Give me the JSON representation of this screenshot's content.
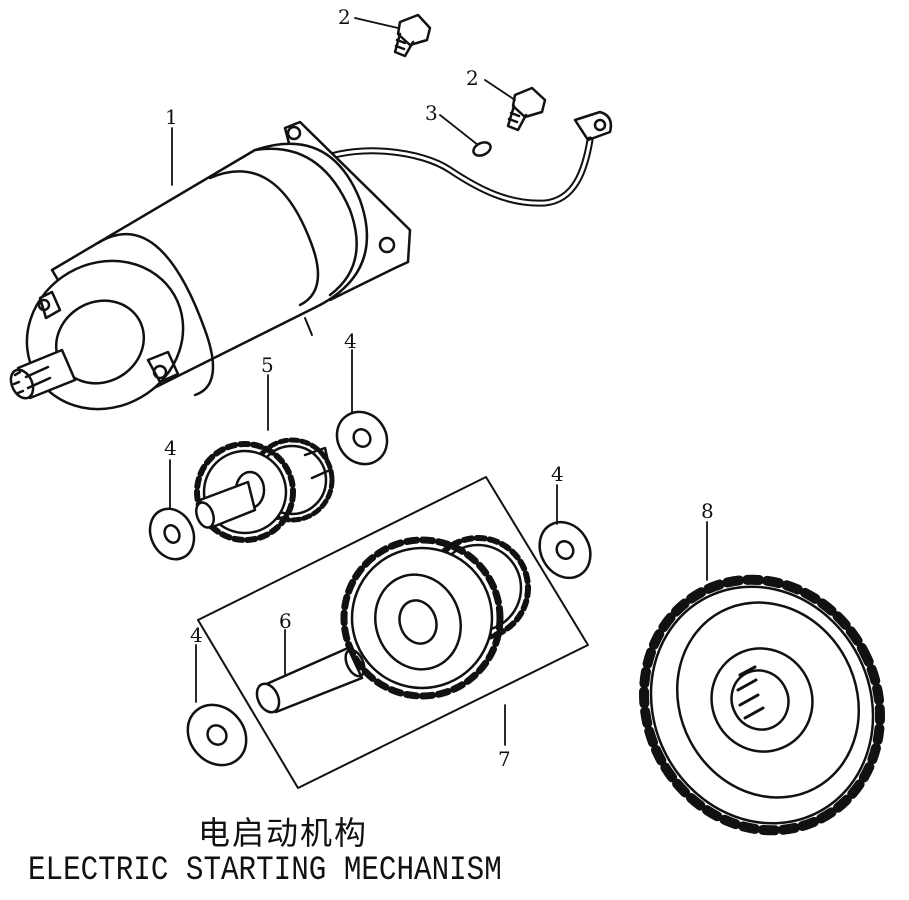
{
  "title": {
    "chinese": "电启动机构",
    "english": "ELECTRIC STARTING MECHANISM"
  },
  "callouts": {
    "c1": "1",
    "c2a": "2",
    "c2b": "2",
    "c3": "3",
    "c4a": "4",
    "c4b": "4",
    "c4c": "4",
    "c4d": "4",
    "c5": "5",
    "c6": "6",
    "c7": "7",
    "c8": "8"
  }
}
